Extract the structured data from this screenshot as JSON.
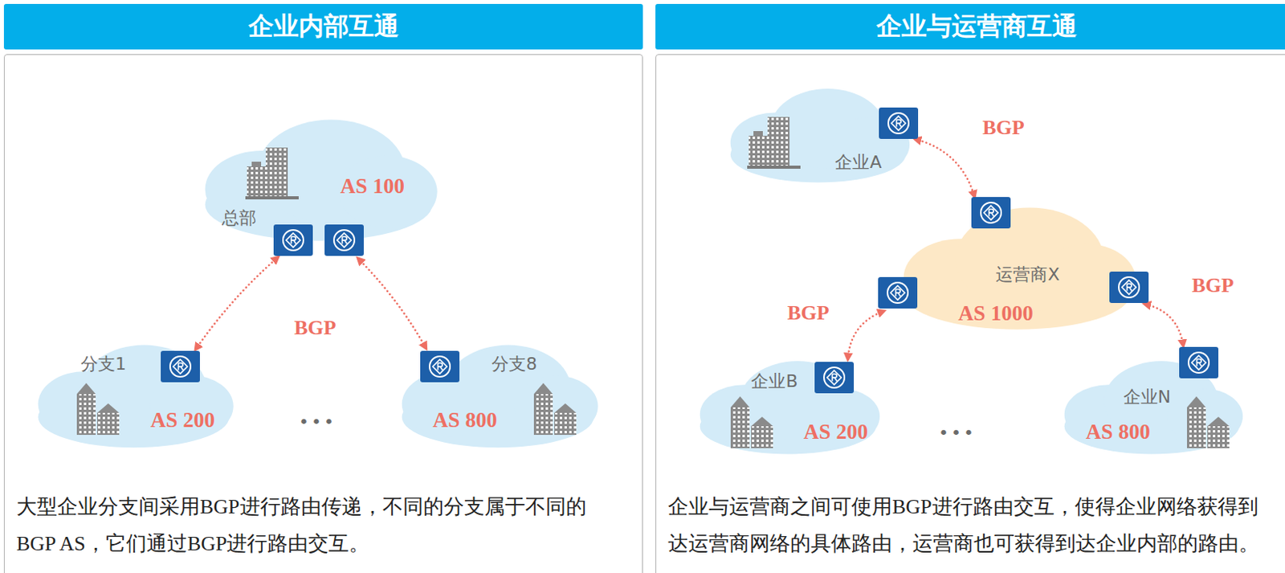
{
  "diagram": {
    "nodes": [
      {
        "text": [
          "企业内部互通",
          "大型企业分支间采用BGP进行路由传递，不同的分支属于不同的BGP AS，它们通过BGP进行路由交互。"
        ]
      },
      {
        "text": [
          "总部",
          "AS 100"
        ],
        "in": 0
      },
      {
        "text": [
          "分支1",
          "AS 200"
        ],
        "in": 0
      },
      {
        "text": [
          "分支8",
          "AS 800"
        ],
        "in": 0
      },
      {
        "text": [
          "企业与运营商互通",
          "企业与运营商之间可使用BGP进行路由交互，使得企业网络获得到达运营商网络的具体路由，运营商也可获得到达企业内部的路由。"
        ]
      },
      {
        "text": [
          "企业A"
        ],
        "in": 4
      },
      {
        "text": [
          "运营商X",
          "AS 1000"
        ],
        "in": 4
      },
      {
        "text": [
          "企业B",
          "AS 200"
        ],
        "in": 4
      },
      {
        "text": [
          "企业N",
          "AS 800"
        ],
        "in": 4
      }
    ],
    "edges": [
      {
        "from": 1,
        "to": 2,
        "arrow": "both",
        "label": "BGP"
      },
      {
        "from": 1,
        "to": 3,
        "arrow": "both"
      },
      {
        "from": 5,
        "to": 6,
        "arrow": "both",
        "label": "BGP"
      },
      {
        "from": 7,
        "to": 6,
        "arrow": "both",
        "label": "BGP"
      },
      {
        "from": 8,
        "to": 6,
        "arrow": "both",
        "label": "BGP"
      }
    ],
    "labels": [
      "•••",
      "•••"
    ]
  }
}
